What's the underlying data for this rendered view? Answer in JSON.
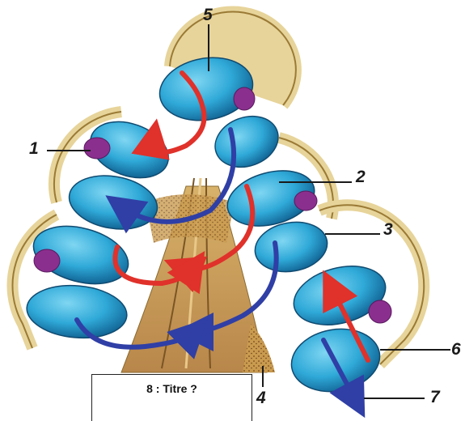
{
  "labels": {
    "l1": "1",
    "l2": "2",
    "l3": "3",
    "l4": "4",
    "l5": "5",
    "l6": "6",
    "l7": "7"
  },
  "title_box": {
    "text": "8 : Titre ?"
  },
  "colors": {
    "capsule": "#e7d49a",
    "capsule_edge": "#9a7a35",
    "lamella": "#2fa9d8",
    "lamella_dark": "#0f5f8f",
    "stroma": "#c99b4f",
    "red_arrow": "#e0312a",
    "blue_arrow": "#2f3fa6",
    "purple": "#8b2f8f"
  }
}
